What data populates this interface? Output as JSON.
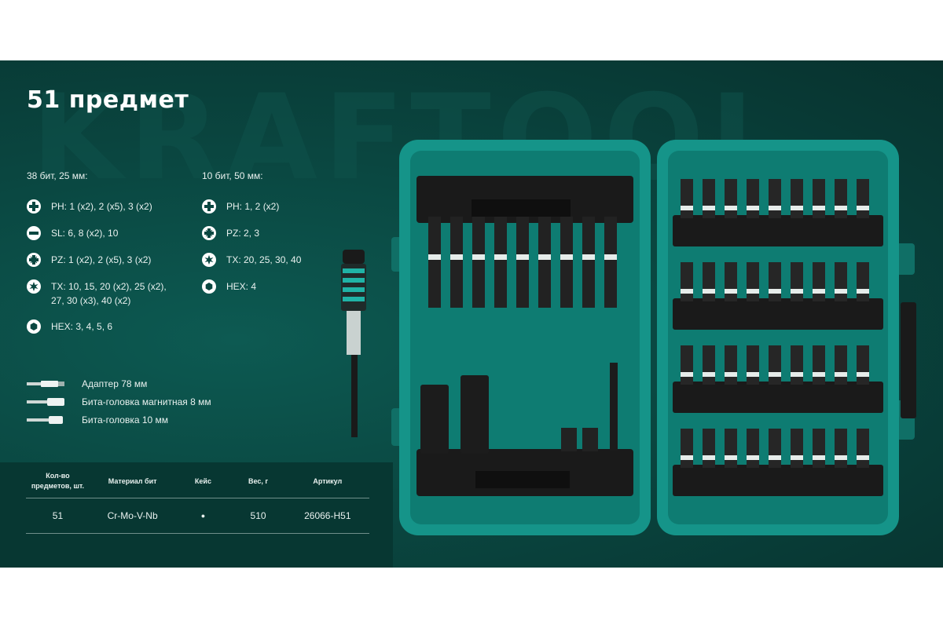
{
  "brand_watermark": "KRAFTOOL",
  "title": "51 предмет",
  "col_left": {
    "heading": "38 бит, 25 мм:",
    "items": [
      {
        "icon": "phillips-icon",
        "text": "PH: 1 (x2), 2 (x5), 3 (x2)"
      },
      {
        "icon": "slotted-icon",
        "text": "SL: 6, 8 (x2), 10"
      },
      {
        "icon": "pozidriv-icon",
        "text": "PZ: 1 (x2), 2 (x5), 3 (x2)"
      },
      {
        "icon": "torx-icon",
        "text": "TX: 10, 15, 20 (x2), 25 (x2),",
        "text2": "27, 30 (x3), 40 (x2)"
      },
      {
        "icon": "hex-icon",
        "text": "HEX: 3, 4, 5, 6"
      }
    ]
  },
  "col_right": {
    "heading": "10 бит, 50 мм:",
    "items": [
      {
        "icon": "phillips-icon",
        "text": "PH: 1, 2 (x2)"
      },
      {
        "icon": "pozidriv-icon",
        "text": "PZ: 2, 3"
      },
      {
        "icon": "torx-icon",
        "text": "TX: 20, 25, 30, 40"
      },
      {
        "icon": "hex-icon",
        "text": "HEX: 4"
      }
    ]
  },
  "accessories": [
    {
      "icon": "adapter-icon",
      "text": "Адаптер 78 мм"
    },
    {
      "icon": "nut-driver-icon",
      "text": "Бита-головка магнитная 8 мм"
    },
    {
      "icon": "nut-driver-icon",
      "text": "Бита-головка 10 мм"
    }
  ],
  "table": {
    "headers": [
      "Кол-во предметов, шт.",
      "Материал бит",
      "Кейс",
      "Вес, г",
      "Артикул"
    ],
    "row": [
      "51",
      "Cr-Mo-V-Nb",
      "●",
      "510",
      "26066-H51"
    ]
  },
  "colors": {
    "background": "#0a4741",
    "case": "#159489",
    "text": "#e9f1ef"
  }
}
